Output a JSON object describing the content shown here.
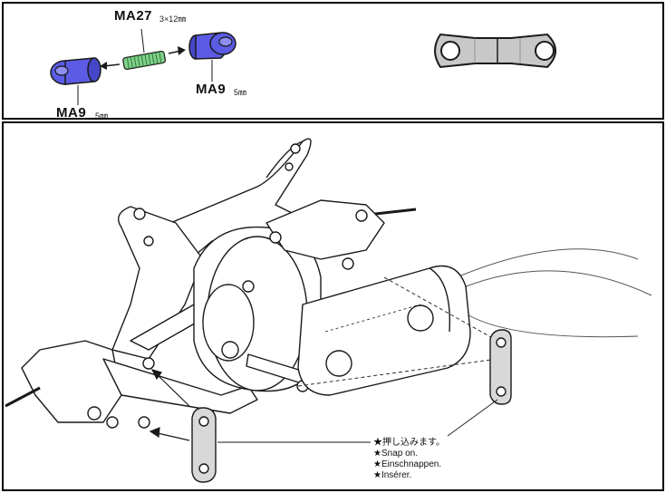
{
  "parts": {
    "ma27": {
      "code": "MA27",
      "size": "3×12㎜"
    },
    "ma9_right": {
      "code": "MA9",
      "size": "5㎜"
    },
    "ma9_left": {
      "code": "MA9",
      "size": "5㎜"
    }
  },
  "instructions": [
    "★押し込みます。",
    "★Snap on.",
    "★Einschnappen.",
    "★Insérer."
  ],
  "colors": {
    "part_blue": "#5b5be6",
    "part_green": "#7fd08a",
    "link_gray": "#c8c8c8",
    "line": "#1a1a1a"
  }
}
